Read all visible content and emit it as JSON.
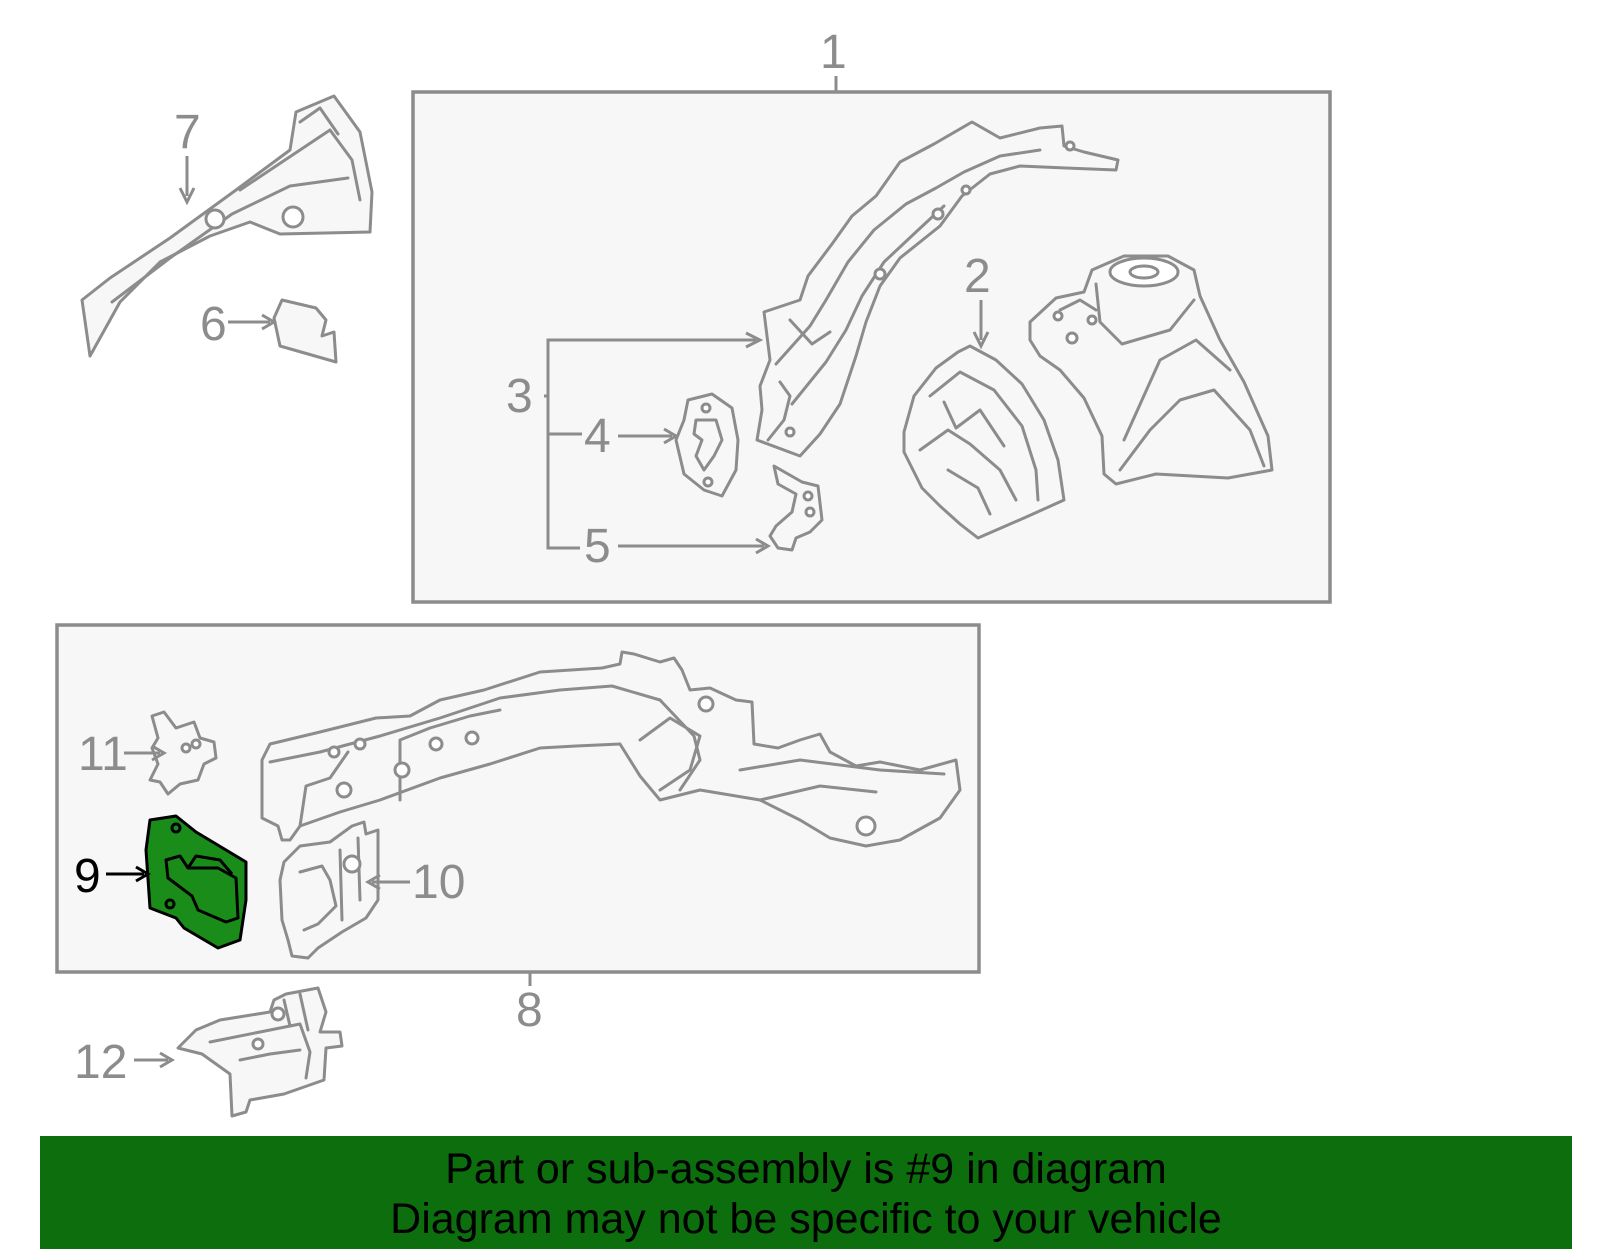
{
  "callouts": {
    "c1": "1",
    "c2": "2",
    "c3": "3",
    "c4": "4",
    "c5": "5",
    "c6": "6",
    "c7": "7",
    "c8": "8",
    "c9": "9",
    "c10": "10",
    "c11": "11",
    "c12": "12"
  },
  "highlighted_part": "9",
  "colors": {
    "highlight_fill": "#1a8c1a",
    "banner_bg": "#0c6e0c",
    "line_art": "#8c8c8c"
  },
  "banner": {
    "line1": "Part or sub-assembly is #9 in diagram",
    "line2": "Diagram may not be specific to your vehicle"
  }
}
